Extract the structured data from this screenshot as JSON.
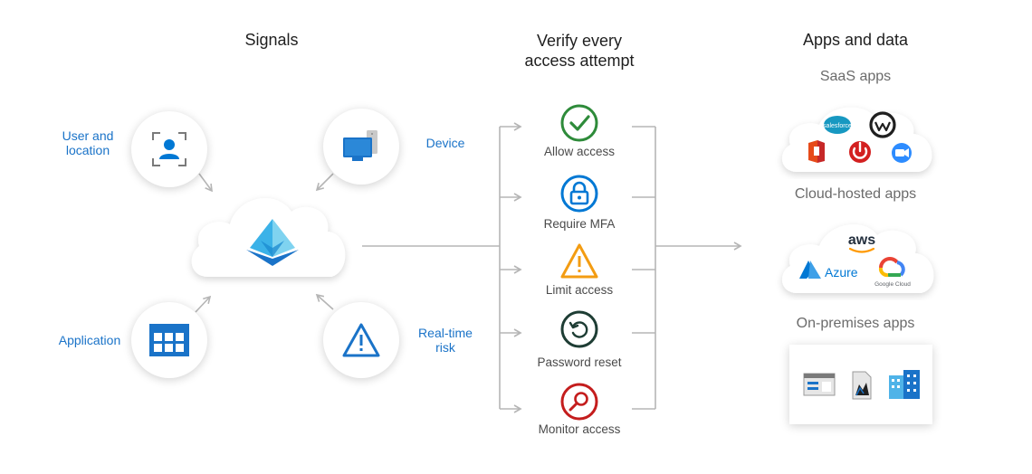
{
  "headings": {
    "signals": "Signals",
    "verify_line1": "Verify every",
    "verify_line2": "access attempt",
    "apps": "Apps and data"
  },
  "signals": {
    "user_location_line1": "User and",
    "user_location_line2": "location",
    "device": "Device",
    "application": "Application",
    "risk_line1": "Real-time",
    "risk_line2": "risk"
  },
  "decisions": {
    "allow": "Allow access",
    "mfa": "Require MFA",
    "limit": "Limit access",
    "reset": "Password reset",
    "monitor": "Monitor access"
  },
  "apps": {
    "saas_title": "SaaS apps",
    "cloud_title": "Cloud-hosted apps",
    "onprem_title": "On-premises apps",
    "salesforce": "salesforce",
    "aws": "aws",
    "azure": "Azure",
    "google_cloud": "Google Cloud"
  },
  "colors": {
    "blue": "#0078d4",
    "green": "#2e8b3a",
    "orange": "#f39c12",
    "dark_teal": "#1e3d34",
    "red": "#c41d1d",
    "arrow_gray": "#b5b5b5"
  }
}
